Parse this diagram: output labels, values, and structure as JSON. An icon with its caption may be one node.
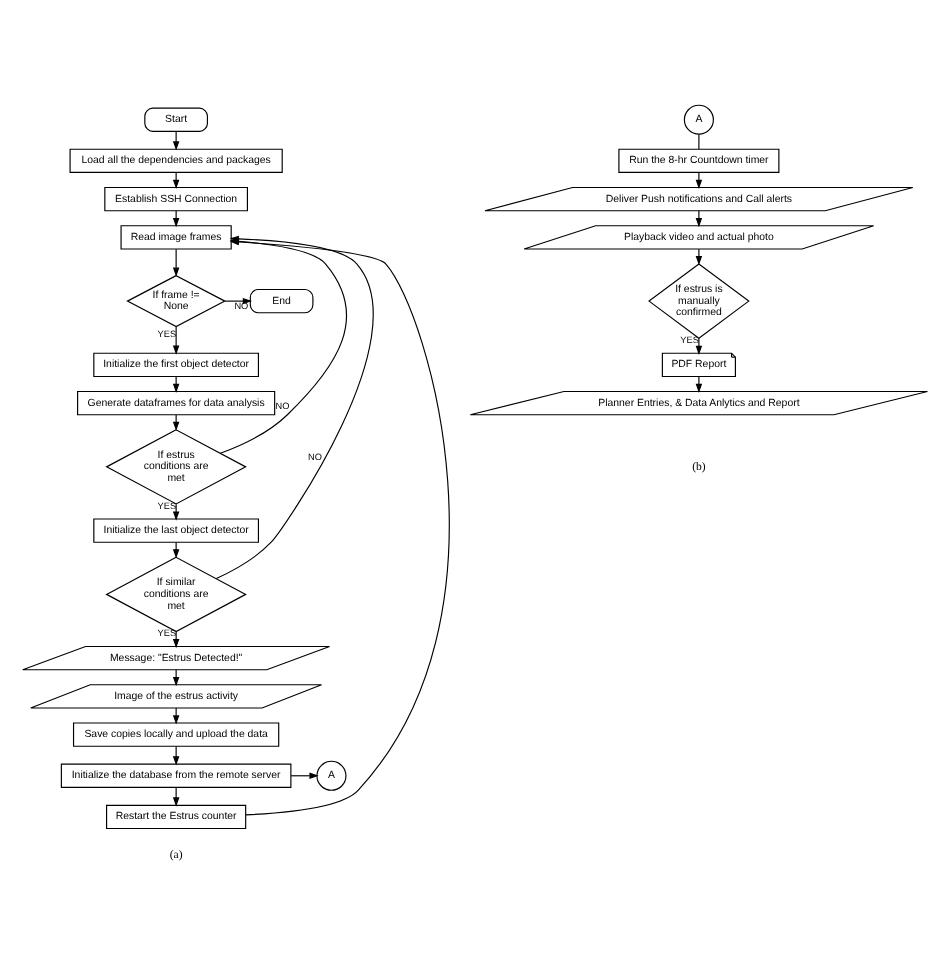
{
  "diagram": {
    "nodes": [
      {
        "text": [
          "Start"
        ]
      },
      {
        "text": [
          "Load all the dependencies and packages"
        ]
      },
      {
        "text": [
          "Establish SSH Connection"
        ]
      },
      {
        "text": [
          "Read image frames"
        ]
      },
      {
        "text": [
          "If frame != None"
        ]
      },
      {
        "text": [
          "End"
        ]
      },
      {
        "text": [
          "Initialize the first object detector"
        ]
      },
      {
        "text": [
          "Generate dataframes for data analysis"
        ]
      },
      {
        "text": [
          "If estrus conditions are met"
        ]
      },
      {
        "text": [
          "Initialize the last object detector"
        ]
      },
      {
        "text": [
          "If similar conditions are met"
        ]
      },
      {
        "text": [
          "Message: \"Estrus Detected!\""
        ]
      },
      {
        "text": [
          "Image of the estrus activity"
        ]
      },
      {
        "text": [
          "Save copies locally and upload the data"
        ]
      },
      {
        "text": [
          "Initialize the database from the remote server"
        ]
      },
      {
        "text": [
          "Restart the Estrus counter"
        ]
      },
      {
        "text": [
          "A"
        ]
      },
      {
        "text": [
          "A"
        ]
      },
      {
        "text": [
          "Run the 8-hr Countdown timer"
        ]
      },
      {
        "text": [
          "Deliver Push notifications and Call alerts"
        ]
      },
      {
        "text": [
          "Playback video and actual photo"
        ]
      },
      {
        "text": [
          "If estrus is manually confirmed"
        ]
      },
      {
        "text": [
          "PDF Report"
        ]
      },
      {
        "text": [
          "Planner Entries, & Data Anlytics and Report"
        ]
      }
    ],
    "edges": [
      {
        "from": 0,
        "to": 1,
        "arrow": "to"
      },
      {
        "from": 1,
        "to": 2,
        "arrow": "to"
      },
      {
        "from": 2,
        "to": 3,
        "arrow": "to"
      },
      {
        "from": 3,
        "to": 4,
        "arrow": "to"
      },
      {
        "from": 4,
        "to": 5,
        "arrow": "to",
        "label": "NO"
      },
      {
        "from": 4,
        "to": 6,
        "arrow": "to",
        "label": "YES"
      },
      {
        "from": 6,
        "to": 7,
        "arrow": "to"
      },
      {
        "from": 7,
        "to": 8,
        "arrow": "to"
      },
      {
        "from": 8,
        "to": 3,
        "arrow": "to",
        "label": "NO"
      },
      {
        "from": 8,
        "to": 9,
        "arrow": "to",
        "label": "YES"
      },
      {
        "from": 9,
        "to": 10,
        "arrow": "to"
      },
      {
        "from": 10,
        "to": 3,
        "arrow": "to",
        "label": "NO"
      },
      {
        "from": 10,
        "to": 11,
        "arrow": "to",
        "label": "YES"
      },
      {
        "from": 11,
        "to": 12,
        "arrow": "to"
      },
      {
        "from": 12,
        "to": 13,
        "arrow": "to"
      },
      {
        "from": 13,
        "to": 14,
        "arrow": "to"
      },
      {
        "from": 14,
        "to": 16,
        "arrow": "to"
      },
      {
        "from": 14,
        "to": 15,
        "arrow": "to"
      },
      {
        "from": 15,
        "to": 3,
        "arrow": "to"
      },
      {
        "from": 17,
        "to": 18,
        "arrow": "none"
      },
      {
        "from": 18,
        "to": 19,
        "arrow": "to"
      },
      {
        "from": 19,
        "to": 20,
        "arrow": "to"
      },
      {
        "from": 20,
        "to": 21,
        "arrow": "to"
      },
      {
        "from": 21,
        "to": 22,
        "arrow": "to",
        "label": "YES"
      },
      {
        "from": 22,
        "to": 23,
        "arrow": "to"
      }
    ],
    "labels": [
      "(a)",
      "(b)"
    ]
  }
}
